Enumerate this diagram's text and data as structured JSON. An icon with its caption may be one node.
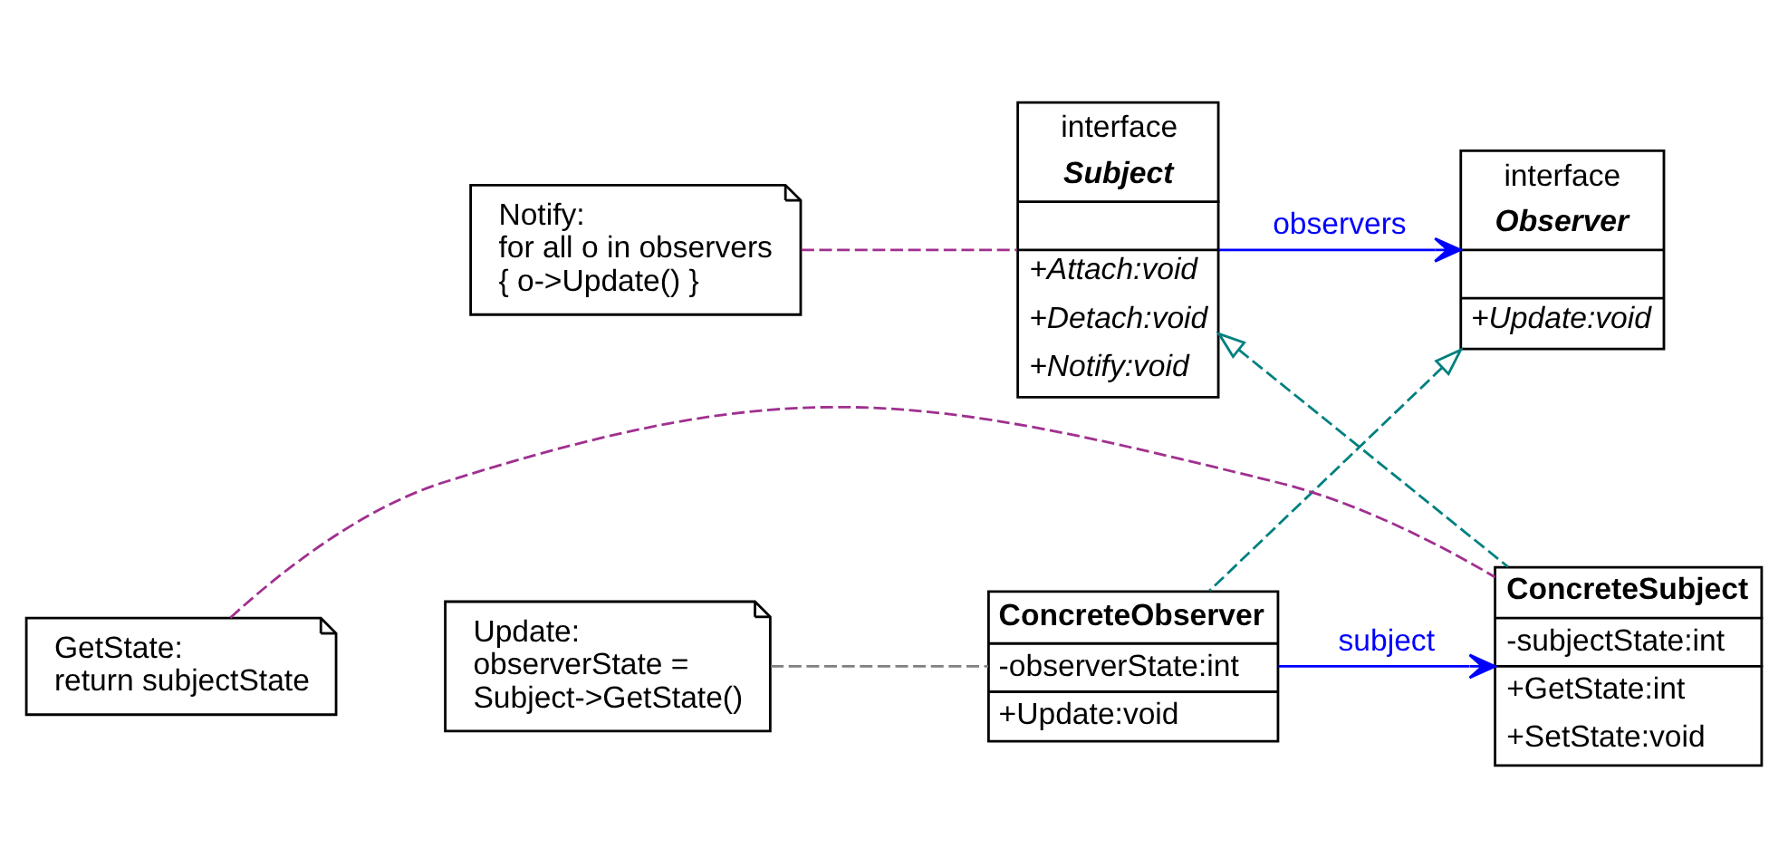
{
  "diagram": {
    "nodes": [
      {
        "text": [
          "interface",
          "Subject",
          "+Attach:void",
          "+Detach:void",
          "+Notify:void"
        ]
      },
      {
        "text": [
          "interface",
          "Observer",
          "+Update:void"
        ]
      },
      {
        "text": [
          "Notify:",
          "for all o in observers",
          "{ o->Update() }"
        ]
      },
      {
        "text": [
          "ConcreteSubject",
          "-subjectState:int",
          "+GetState:int",
          "+SetState:void"
        ]
      },
      {
        "text": [
          "GetState:",
          "return subjectState"
        ]
      },
      {
        "text": [
          "ConcreteObserver",
          "-observerState:int",
          "+Update:void"
        ]
      },
      {
        "text": [
          "Update:",
          "observerState =",
          "Subject->GetState()"
        ]
      }
    ],
    "edges": [
      {
        "from": 0,
        "to": 1,
        "arrow": "to",
        "label": "observers",
        "color": "#0000ff"
      },
      {
        "from": 2,
        "to": 0,
        "arrow": "none",
        "style": "dashed",
        "color": "#a0308f"
      },
      {
        "from": 3,
        "to": 0,
        "arrow": "to",
        "style": "dashed",
        "color": "#008080"
      },
      {
        "from": 5,
        "to": 1,
        "arrow": "to",
        "style": "dashed",
        "color": "#008080"
      },
      {
        "from": 5,
        "to": 3,
        "arrow": "to",
        "label": "subject",
        "color": "#0000ff"
      },
      {
        "from": 4,
        "to": 3,
        "arrow": "none",
        "style": "dashed",
        "color": "#a0308f"
      },
      {
        "from": 6,
        "to": 5,
        "arrow": "none",
        "style": "dashed",
        "color": "#808080"
      }
    ]
  }
}
